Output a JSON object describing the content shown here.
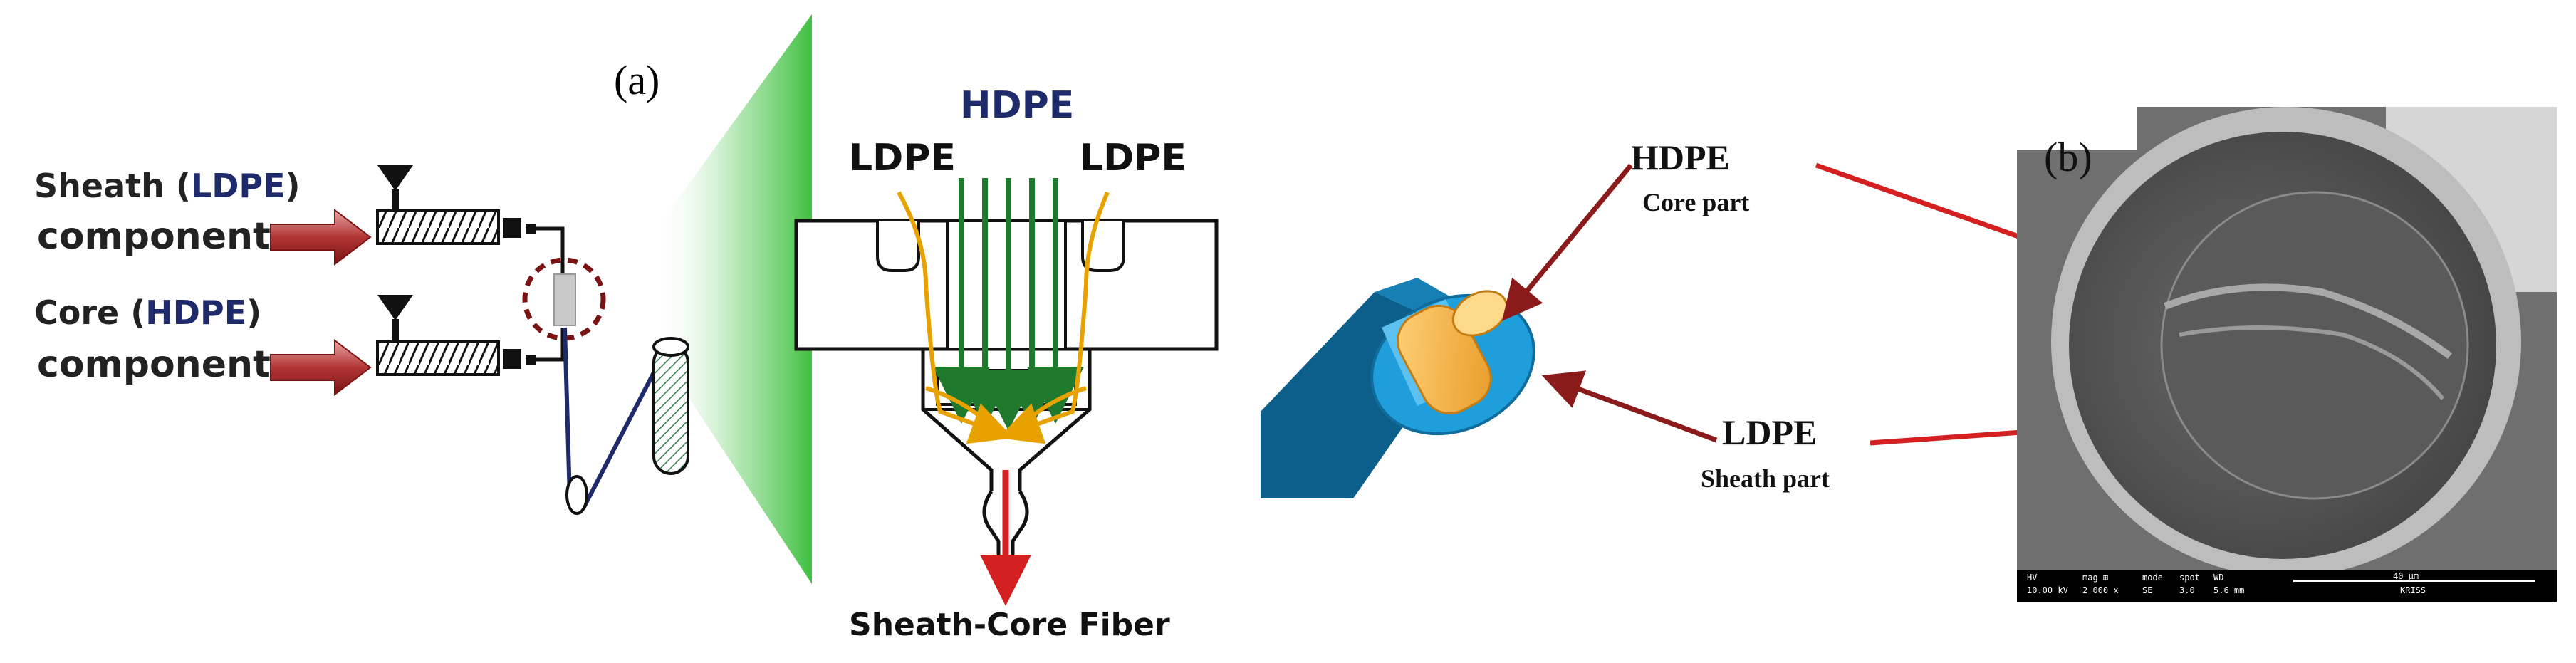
{
  "panel_a": {
    "label": "(a)",
    "sheath_line1": "Sheath (",
    "sheath_ldpe": "LDPE",
    "sheath_close": ")",
    "sheath_line2": "component",
    "core_line1": "Core (",
    "core_hdpe": "HDPE",
    "core_close": ")",
    "core_line2": "component",
    "hdpe_top": "HDPE",
    "ldpe_left": "LDPE",
    "ldpe_right": "LDPE",
    "fiber_caption": "Sheath-Core Fiber"
  },
  "fiber_model": {
    "hdpe_title": "HDPE",
    "hdpe_sub": "Core part",
    "ldpe_title": "LDPE",
    "ldpe_sub": "Sheath part"
  },
  "panel_b": {
    "label": "(b)",
    "sem_params": [
      "HV",
      "mag ⊞",
      "mode",
      "spot",
      "WD"
    ],
    "sem_values": [
      "10.00 kV",
      "2 000 x",
      "SE",
      "3.0",
      "5.6 mm"
    ],
    "scale_text": "40 μm",
    "institution": "KRISS"
  },
  "colors": {
    "navy_text": "#1f2a6b",
    "arrow_red": "#8b1a1a",
    "green_flow": "#1f7a2e",
    "yellow_flow": "#e8a200",
    "cyan": "#1e9fdc",
    "orange": "#f3b34a",
    "dark_blue": "#0b5f8a",
    "green_glow": "#3fbf3f"
  }
}
